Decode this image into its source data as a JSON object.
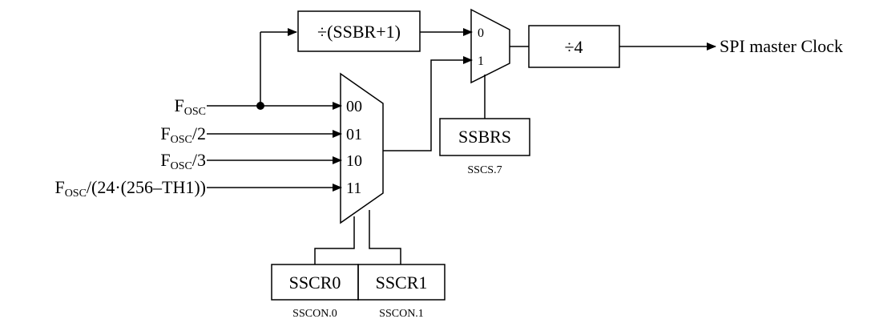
{
  "inputs": [
    {
      "base": "F",
      "sub": "OSC",
      "suffix": ""
    },
    {
      "base": "F",
      "sub": "OSC",
      "suffix": "/2"
    },
    {
      "base": "F",
      "sub": "OSC",
      "suffix": "/3"
    },
    {
      "base": "F",
      "sub": "OSC",
      "suffix": "/(24·(256–TH1))"
    }
  ],
  "input_mux": {
    "selects": [
      "00",
      "01",
      "10",
      "11"
    ]
  },
  "divider_ssbr": "÷(SSBR+1)",
  "output_mux": {
    "inputs": [
      "0",
      "1"
    ]
  },
  "divider_4": "÷4",
  "output_label": "SPI master Clock",
  "ssbrs": {
    "label": "SSBRS",
    "caption": "SSCS.7"
  },
  "sscr0": {
    "label": "SSCR0",
    "caption": "SSCON.0"
  },
  "sscr1": {
    "label": "SSCR1",
    "caption": "SSCON.1"
  }
}
